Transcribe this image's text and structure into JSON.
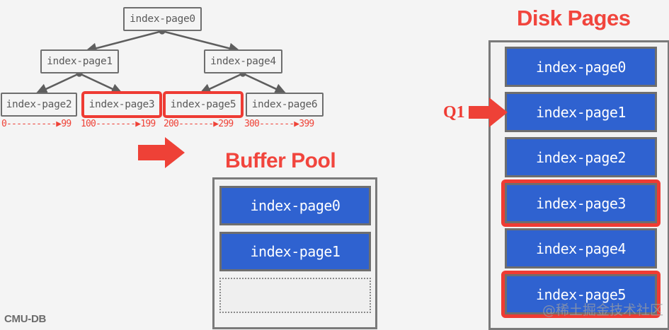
{
  "background_color": "#f4f4f4",
  "accent_red": "#ef3b33",
  "page_blue": "#2f62d0",
  "node_border_gray": "#6e6e6e",
  "tree": {
    "root": {
      "label": "index-page0"
    },
    "internal": [
      {
        "label": "index-page1"
      },
      {
        "label": "index-page4"
      }
    ],
    "leaves": [
      {
        "label": "index-page2",
        "highlighted": false,
        "range": "0----------▶99"
      },
      {
        "label": "index-page3",
        "highlighted": true,
        "range": "100--------▶199"
      },
      {
        "label": "index-page5",
        "highlighted": true,
        "range": "200-------▶299"
      },
      {
        "label": "index-page6",
        "highlighted": false,
        "range": "300-------▶399"
      }
    ]
  },
  "buffer_pool": {
    "title": "Buffer Pool",
    "slots": [
      {
        "label": "index-page0",
        "empty": false
      },
      {
        "label": "index-page1",
        "empty": false
      },
      {
        "label": "",
        "empty": true
      }
    ]
  },
  "disk_pages": {
    "title": "Disk Pages",
    "query_label": "Q1",
    "pages": [
      {
        "label": "index-page0",
        "highlighted": false
      },
      {
        "label": "index-page1",
        "highlighted": false
      },
      {
        "label": "index-page2",
        "highlighted": false
      },
      {
        "label": "index-page3",
        "highlighted": true
      },
      {
        "label": "index-page4",
        "highlighted": false
      },
      {
        "label": "index-page5",
        "highlighted": true
      }
    ]
  },
  "watermarks": {
    "cmu_db": "CMU-DB",
    "juejin": "@稀土掘金技术社区"
  }
}
